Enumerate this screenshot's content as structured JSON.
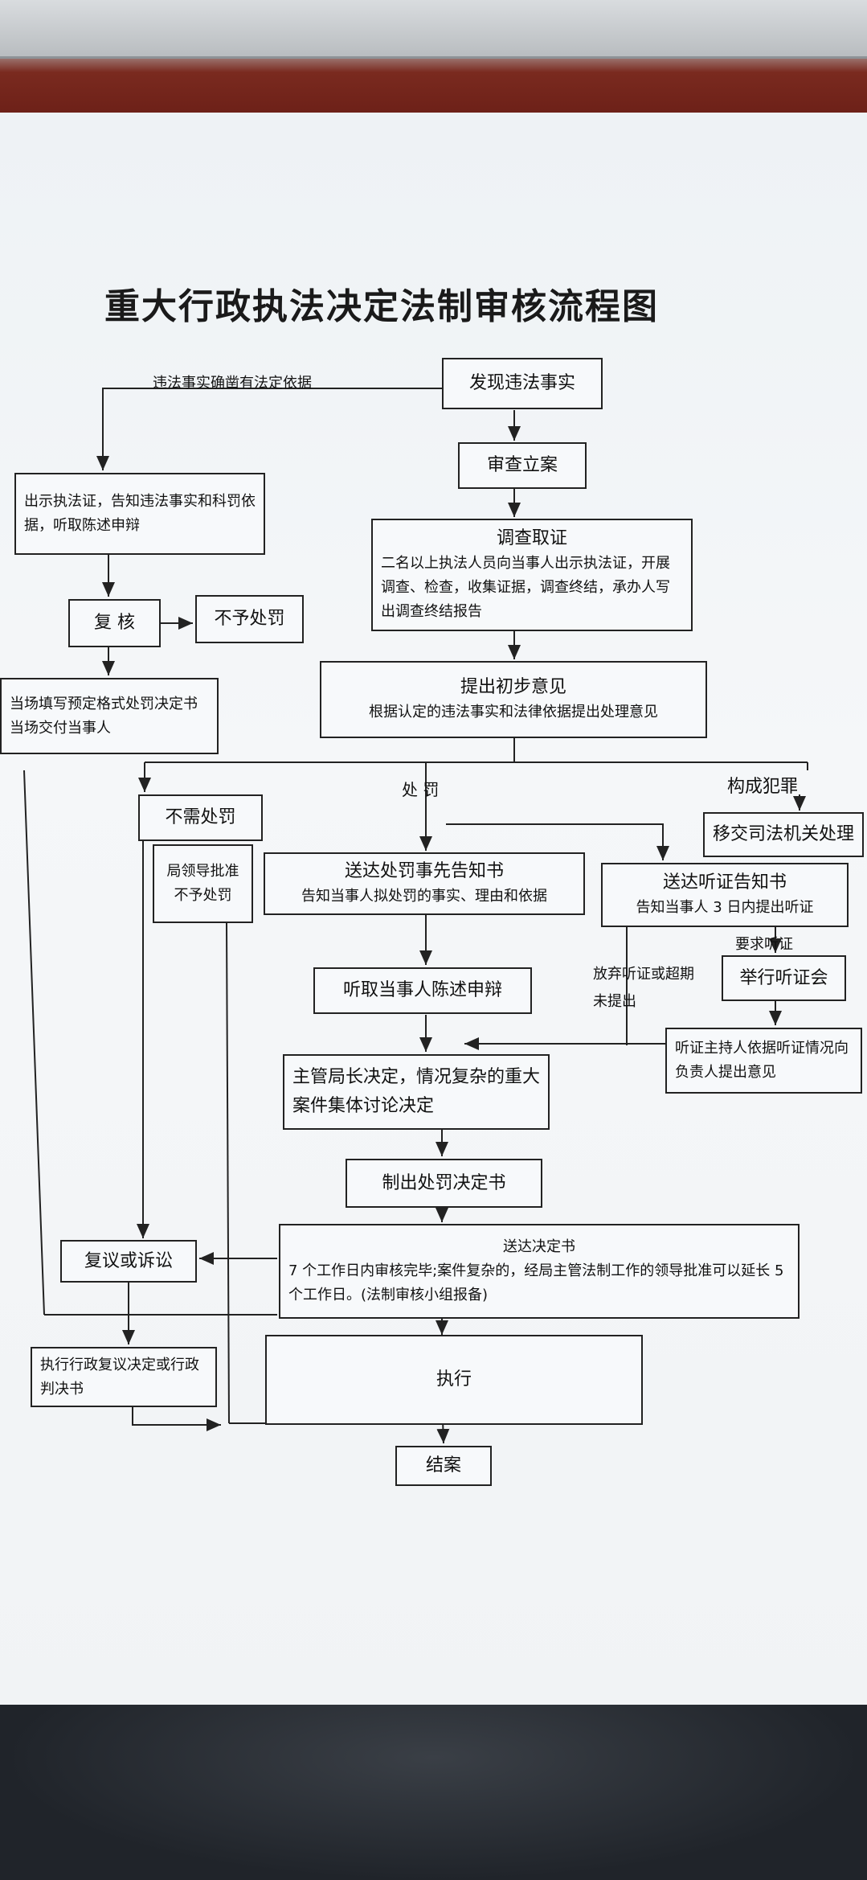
{
  "title": "重大行政执法决定法制审核流程图",
  "nodes": {
    "discover": "发现违法事实",
    "review_case": "审查立案",
    "investigate_title": "调查取证",
    "investigate_desc": "二名以上执法人员向当事人出示执法证，开展调查、检查，收集证据，调查终结，承办人写出调查终结报告",
    "initial_title": "提出初步意见",
    "initial_desc": "根据认定的违法事实和法律依据提出处理意见",
    "show_cert": "出示执法证，告知违法事实和科罚依据，听取陈述申辩",
    "recheck": "复 核",
    "no_punish": "不予处罚",
    "onsite": "当场填写预定格式处罚决定书当场交付当事人",
    "no_need": "不需处罚",
    "leader_approve": "局领导批准不予处罚",
    "crime": "构成犯罪",
    "transfer": "移交司法机关处理",
    "notice_title": "送达处罚事先告知书",
    "notice_desc": "告知当事人拟处罚的事实、理由和依据",
    "hearing_title": "送达听证告知书",
    "hearing_desc": "告知当事人 3 日内提出听证",
    "hold_hearing": "举行听证会",
    "host_opinion": "听证主持人依据听证情况向负责人提出意见",
    "listen": "听取当事人陈述申辩",
    "director": "主管局长决定，情况复杂的重大案件集体讨论决定",
    "make_decision": "制出处罚决定书",
    "deliver_title": "送达决定书",
    "deliver_desc": "7 个工作日内审核完毕;案件复杂的，经局主管法制工作的领导批准可以延长 5 个工作日。(法制审核小组报备)",
    "appeal": "复议或诉讼",
    "exec_judgment": "执行行政复议决定或行政判决书",
    "execute": "执行",
    "close": "结案"
  },
  "labels": {
    "fact_clear": "违法事实确凿有法定依据",
    "punish": "处 罚",
    "request_hearing": "要求听证",
    "abandon": "放弃听证或超期未提出"
  },
  "colors": {
    "line": "#222222",
    "paper": "#f4f6f8"
  }
}
